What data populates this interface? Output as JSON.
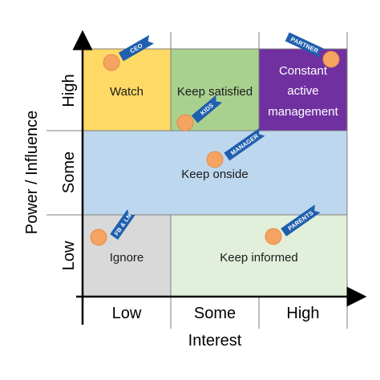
{
  "axes": {
    "x_title": "Interest",
    "y_title": "Power / Influence",
    "x_ticks": [
      "Low",
      "Some",
      "High"
    ],
    "y_ticks": [
      "Low",
      "Some",
      "High"
    ]
  },
  "cells": {
    "watch": {
      "label": "Watch",
      "color": "#ffd966"
    },
    "keep_satisfied": {
      "label": "Keep satisfied",
      "color": "#a9d18e"
    },
    "constant_active": {
      "label_lines": [
        "Constant",
        "active",
        "management"
      ],
      "color": "#7030a0"
    },
    "keep_onside": {
      "label": "Keep onside",
      "color": "#bdd7ee"
    },
    "ignore": {
      "label": "Ignore",
      "color": "#d9d9d9"
    },
    "keep_informed": {
      "label": "Keep informed",
      "color": "#e2efda"
    }
  },
  "stakeholders": [
    {
      "tag": "CEO"
    },
    {
      "tag": "PARTNER"
    },
    {
      "tag": "KIDS"
    },
    {
      "tag": "MANAGER"
    },
    {
      "tag": "FB & LN"
    },
    {
      "tag": "PARENTS"
    }
  ],
  "colors": {
    "dot": "#f4a460",
    "dot_border": "#e8894a",
    "flag": "#1f5fae",
    "grid_line": "#7f7f7f",
    "axis": "#000000"
  }
}
